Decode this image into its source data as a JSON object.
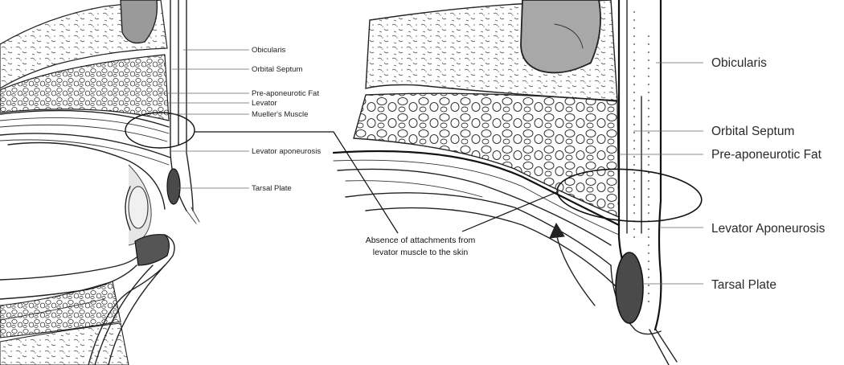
{
  "left_labels": {
    "obicularis": "Obicularis",
    "orbital_septum": "Orbital Septum",
    "pre_aponeurotic_fat": "Pre-aponeurotic Fat",
    "levator": "Levator",
    "muellers_muscle": "Mueller's Muscle",
    "levator_aponeurosis": "Levator aponeurosis",
    "tarsal_plate": "Tarsal Plate"
  },
  "right_labels": {
    "obicularis": "Obicularis",
    "orbital_septum": "Orbital Septum",
    "pre_aponeurotic_fat": "Pre-aponeurotic Fat",
    "levator_aponeurosis": "Levator Aponeurosis",
    "tarsal_plate": "Tarsal Plate"
  },
  "caption": {
    "line1": "Absence of attachments from",
    "line2": "levator muscle to the skin"
  }
}
